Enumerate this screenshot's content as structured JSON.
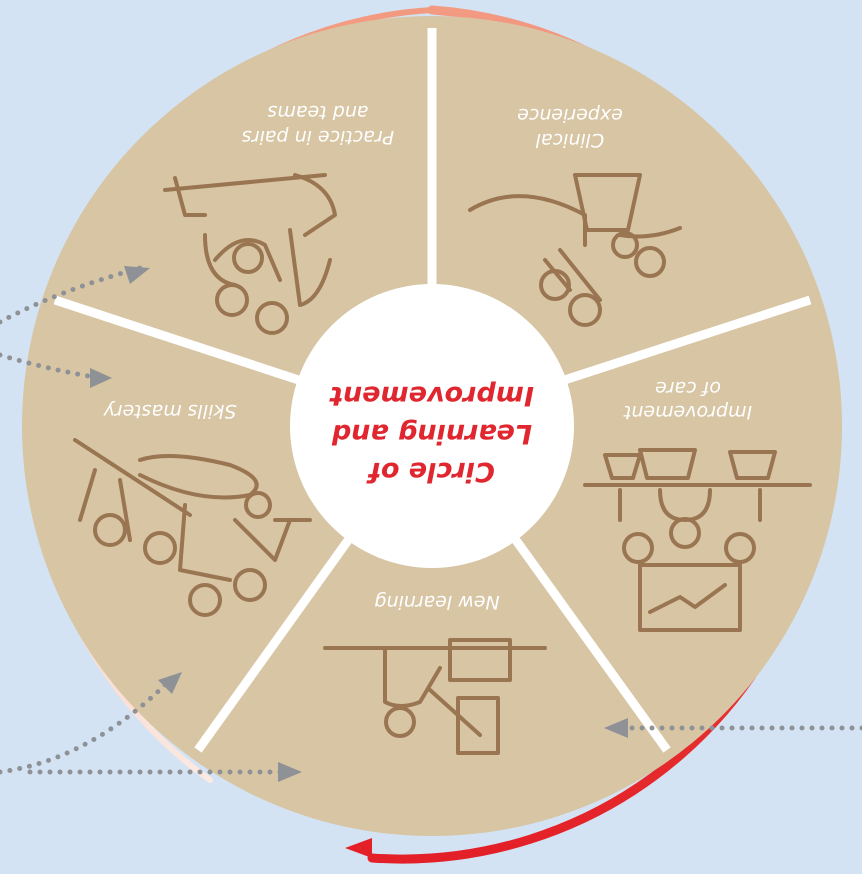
{
  "diagram": {
    "center": {
      "lines": [
        "Circle of",
        "Learning and",
        "Improvement"
      ]
    },
    "segments": [
      {
        "id": "clinical",
        "lines": [
          "Clinical",
          "experience"
        ],
        "icon": "patient-in-bed-icon"
      },
      {
        "id": "improvement",
        "lines": [
          "Improvement",
          "of care"
        ],
        "icon": "team-meeting-icon"
      },
      {
        "id": "new-learning",
        "lines": [
          "New learning"
        ],
        "icon": "lecture-icon"
      },
      {
        "id": "skills",
        "lines": [
          "Skills mastery"
        ],
        "icon": "simulation-training-icon"
      },
      {
        "id": "practice",
        "lines": [
          "Practice in pairs",
          "and teams"
        ],
        "icon": "pair-practice-icon"
      }
    ],
    "colors": {
      "background": "#d4e3f3",
      "segment_fill": "#d7c5a4",
      "line_art": "#9a7552",
      "divider": "#ffffff",
      "center_text": "#e0262e",
      "ring_start": "#f5d6c8",
      "ring_end": "#e32127",
      "arrow": "#8e9195"
    }
  }
}
